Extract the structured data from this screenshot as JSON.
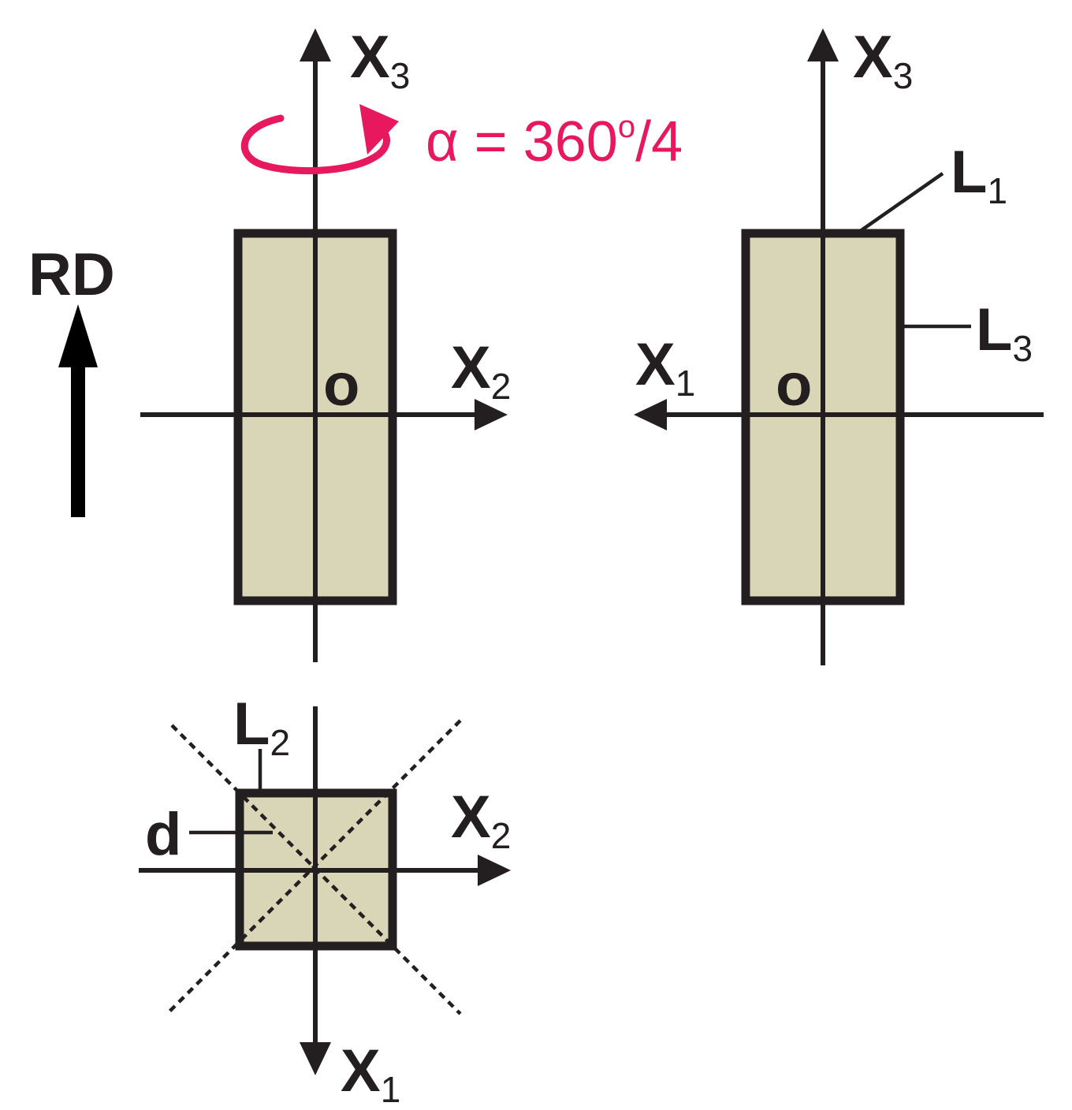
{
  "colors": {
    "ink": "#231f20",
    "sample_fill": "#d9d6b8",
    "rotation_accent": "#e8185e"
  },
  "rotation": {
    "symbol": "α",
    "equation": " = 360",
    "degree": "o",
    "divisor": "/4"
  },
  "labels": {
    "rd": "RD",
    "origin": "o",
    "axis_x": "X",
    "lengths_L": "L",
    "diagonal": "d",
    "sub_1": "1",
    "sub_2": "2",
    "sub_3": "3"
  }
}
